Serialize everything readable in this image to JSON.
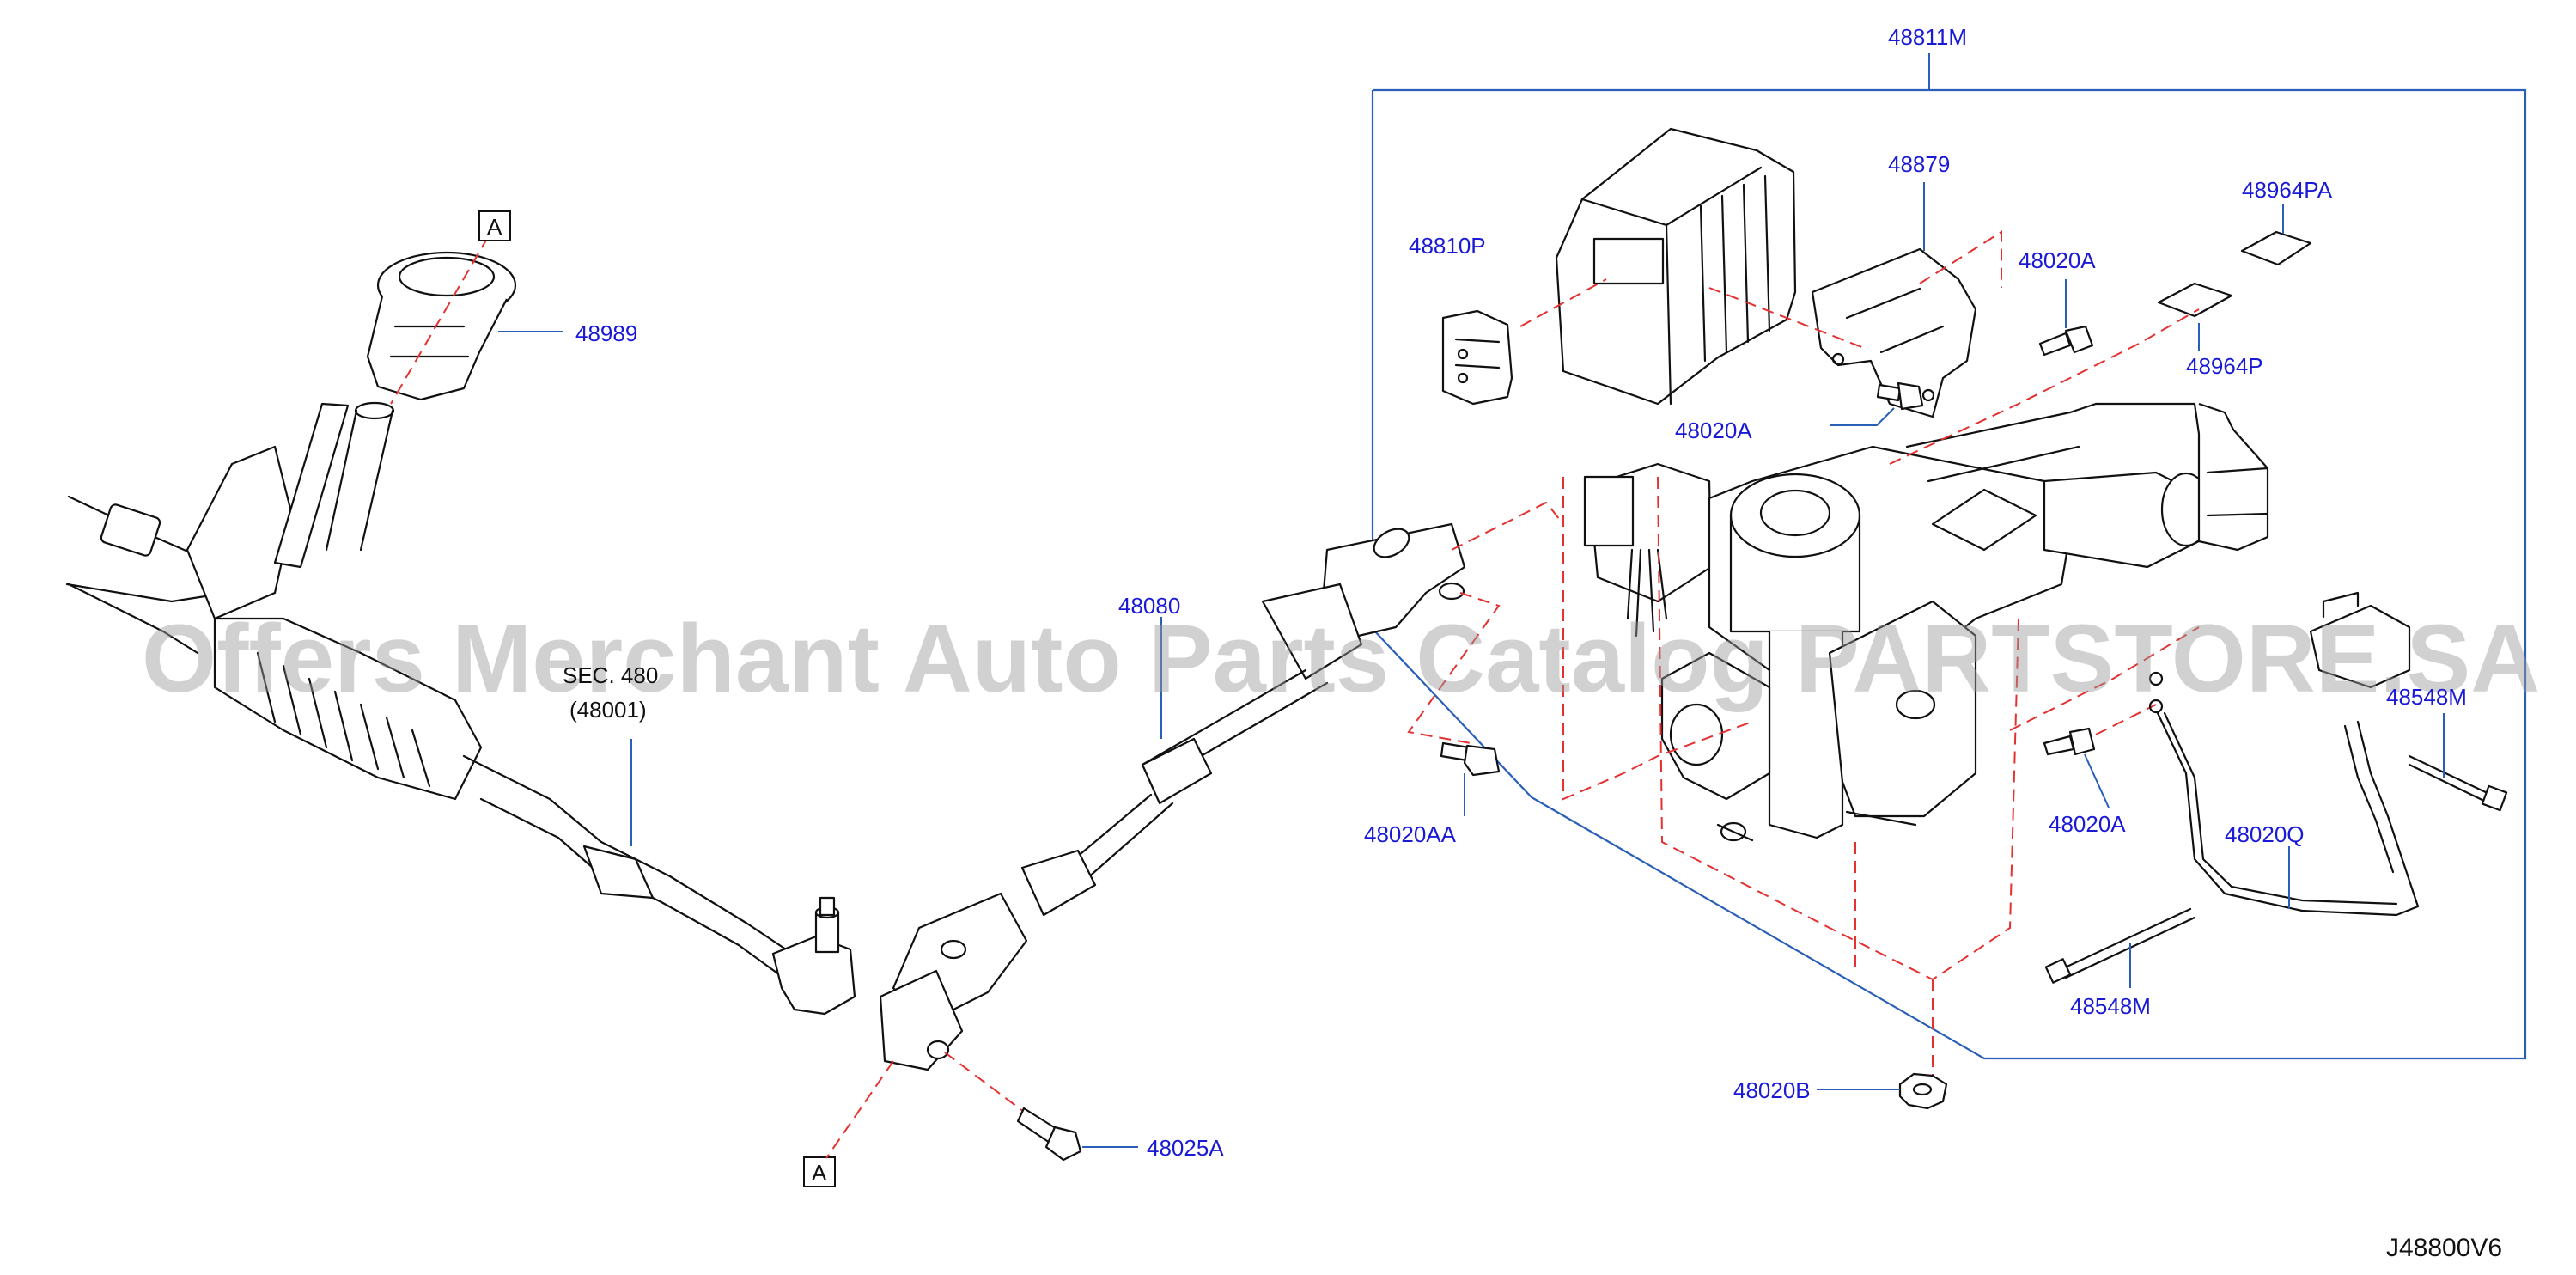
{
  "diagram": {
    "drawing_code": "J48800V6",
    "watermark": "Offers Merchant Auto Parts Catalog PARTSTORE.SA",
    "callout_marker": "A",
    "section_ref": {
      "line1": "SEC. 480",
      "line2": "(48001)"
    },
    "labels": {
      "p48811M": "48811M",
      "p48879": "48879",
      "p48964PA": "48964PA",
      "p48810P": "48810P",
      "p48020A_1": "48020A",
      "p48964P": "48964P",
      "p48020A_2": "48020A",
      "p48989": "48989",
      "p48080": "48080",
      "p48548M_1": "48548M",
      "p48020AA": "48020AA",
      "p48020A_3": "48020A",
      "p48020Q": "48020Q",
      "p48548M_2": "48548M",
      "p48020B": "48020B",
      "p48025A": "48025A"
    },
    "colors": {
      "label": "#1a1ad6",
      "leader": "#2a5fb8",
      "dashed_guide": "#e53030",
      "line_art": "#111111"
    }
  }
}
